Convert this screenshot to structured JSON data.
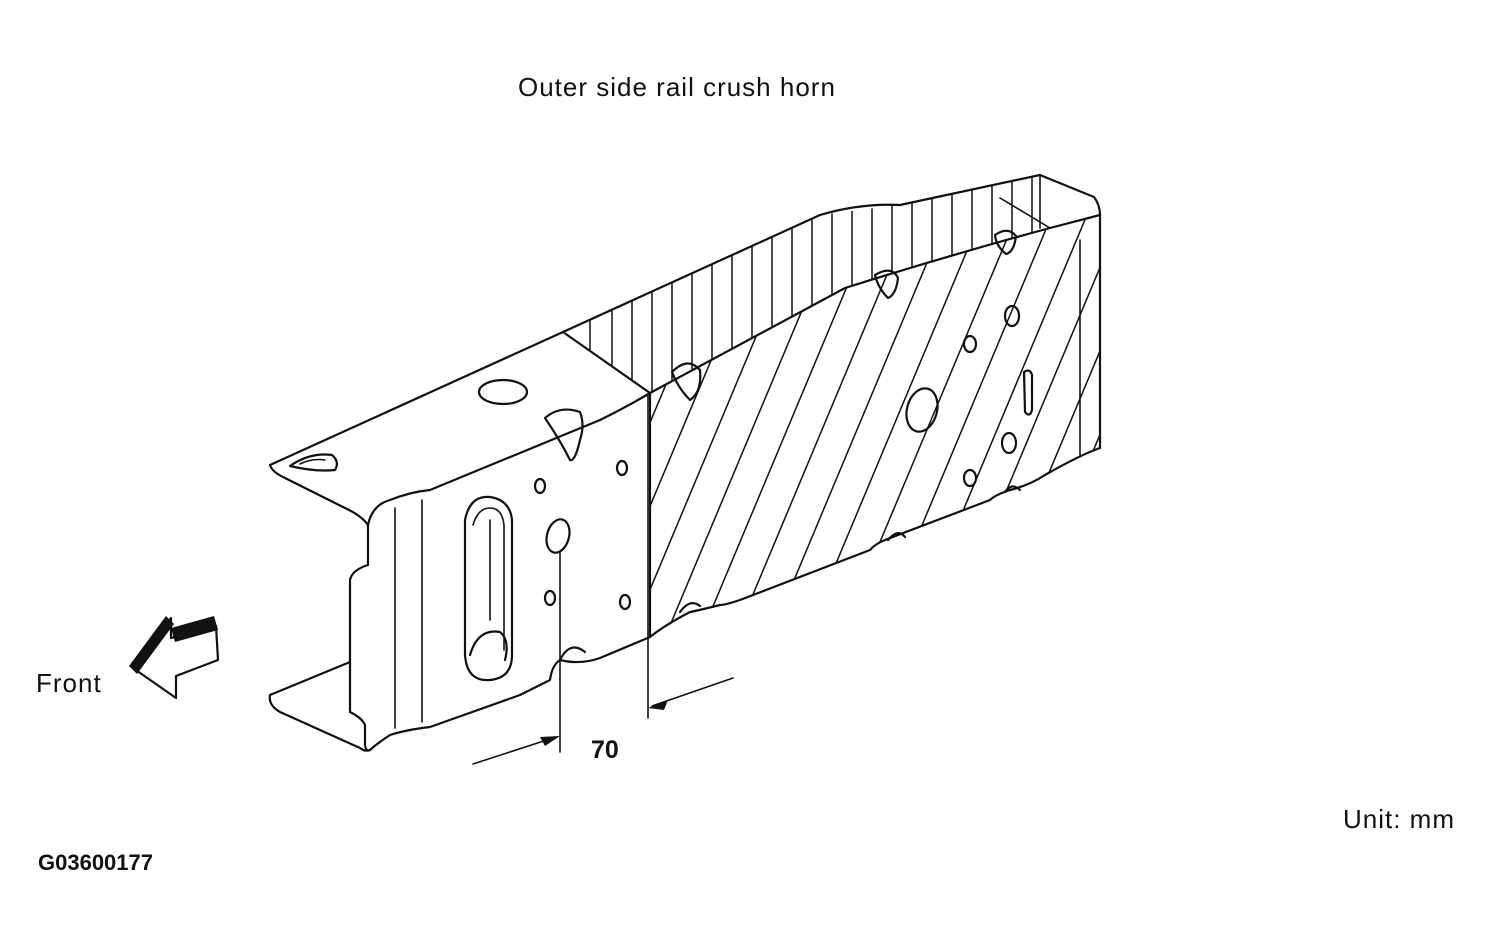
{
  "title": "Outer side rail crush horn",
  "front_label": "Front",
  "dimension": "70",
  "unit_label": "Unit: mm",
  "figure_code": "G03600177",
  "colors": {
    "line": "#111111",
    "background": "#ffffff"
  },
  "icons": {
    "front_arrow": "arrow-left-icon"
  }
}
